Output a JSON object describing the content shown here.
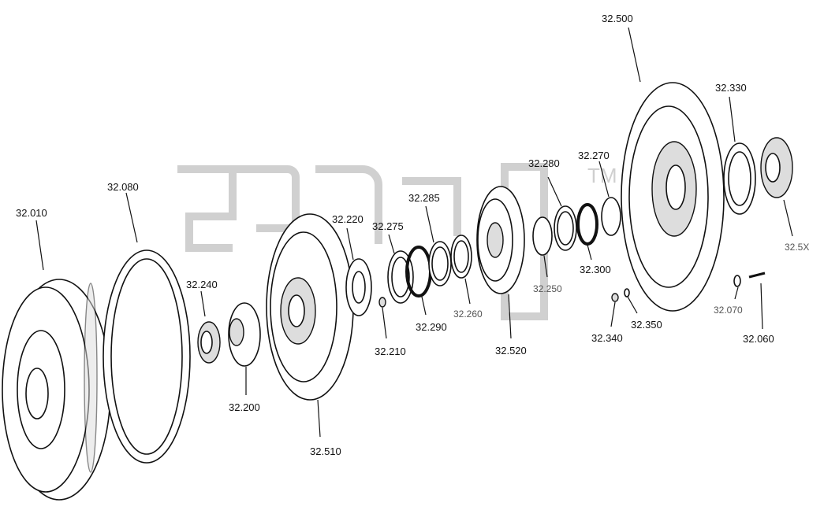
{
  "watermark": {
    "tm": "TM"
  },
  "labels": {
    "p32010": "32.010",
    "p32080": "32.080",
    "p32240": "32.240",
    "p32200": "32.200",
    "p32510": "32.510",
    "p32220": "32.220",
    "p32210": "32.210",
    "p32275": "32.275",
    "p32290": "32.290",
    "p32285": "32.285",
    "p32260": "32.260",
    "p32520": "32.520",
    "p32280": "32.280",
    "p32250": "32.250",
    "p32270": "32.270",
    "p32300": "32.300",
    "p32500": "32.500",
    "p32340": "32.340",
    "p32350": "32.350",
    "p32330": "32.330",
    "p32070": "32.070",
    "p32060": "32.060",
    "p32sx": "32.5X"
  }
}
